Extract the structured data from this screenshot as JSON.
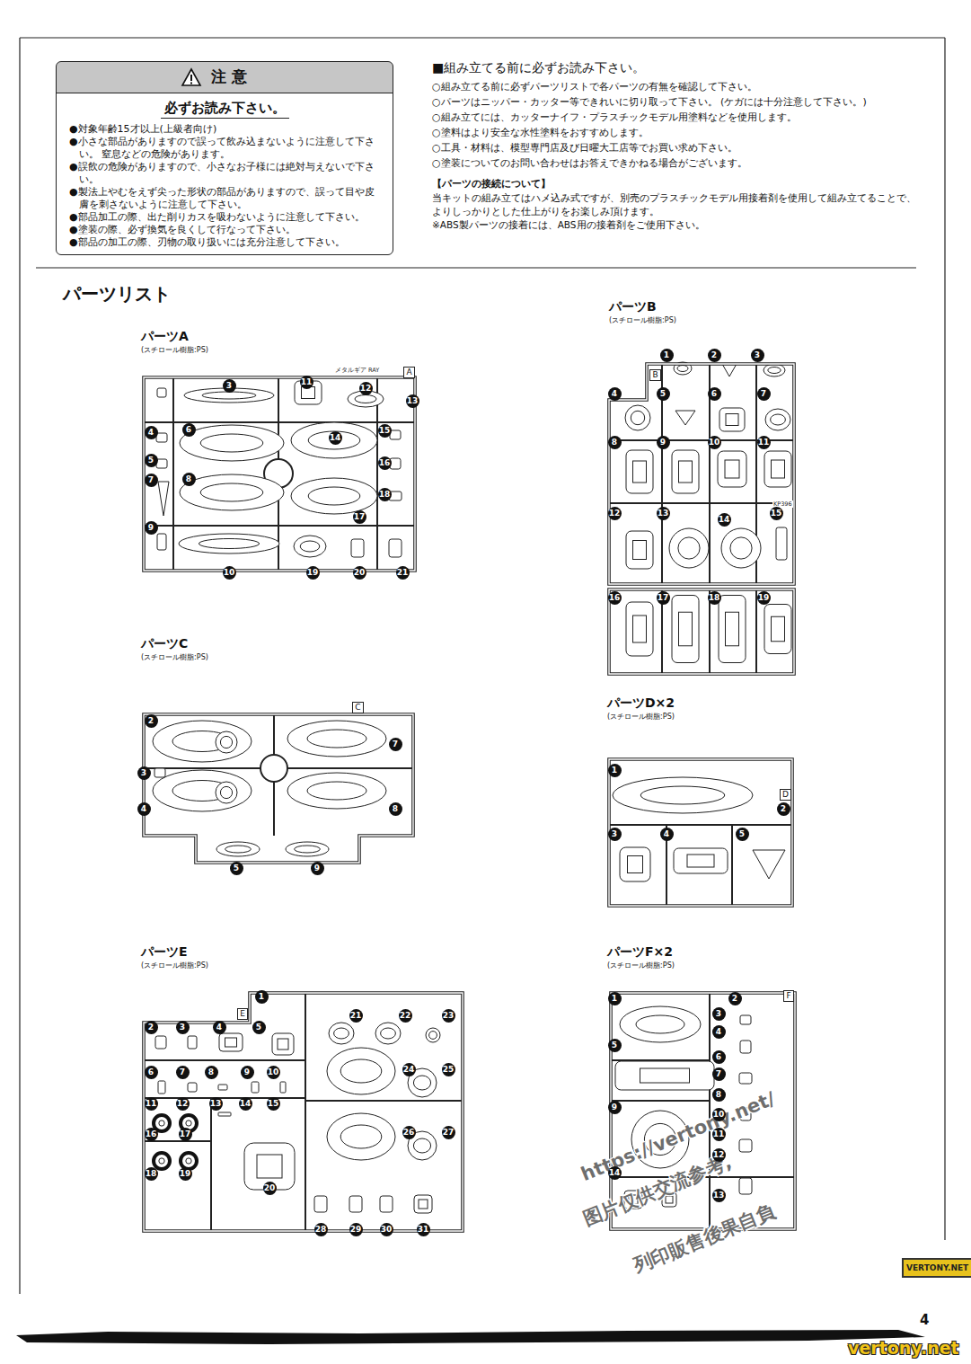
{
  "diagram": {
    "title": "パーツリスト",
    "nodes": [
      {
        "text": [
          "注 意",
          "必ずお読み下さい。",
          "●対象年齢15才以上(上級者向け)",
          "●小さな部品がありますので誤って飲み込まないように注意して下さい。 窒息などの危険があります。",
          "●誤飲の危険がありますので、小さなお子様には絶対与えないで下さい。",
          "●製法上やむをえず尖った形状の部品がありますので、誤って目や皮膚を刺さないように注意して下さい。",
          "●部品加工の際、出た削りカスを吸わないように注意して下さい。",
          "●塗装の際、必ず換気を良くして行なって下さい。",
          "●部品の加工の際、刃物の取り扱いには充分注意して下さい。"
        ]
      },
      {
        "text": [
          "パーツA",
          "(スチロール樹脂:PS)"
        ]
      },
      {
        "text": [
          "A"
        ],
        "in": 1
      },
      {
        "text": [
          "パーツB",
          "(スチロール樹脂:PS)"
        ]
      },
      {
        "text": [
          "B"
        ],
        "in": 3
      },
      {
        "text": [
          "パーツC",
          "(スチロール樹脂:PS)"
        ]
      },
      {
        "text": [
          "C"
        ],
        "in": 5
      },
      {
        "text": [
          "パーツD×2",
          "(スチロール樹脂:PS)"
        ]
      },
      {
        "text": [
          "D"
        ],
        "in": 7
      },
      {
        "text": [
          "パーツE",
          "(スチロール樹脂:PS)"
        ]
      },
      {
        "text": [
          "E"
        ],
        "in": 9
      },
      {
        "text": [
          "パーツF×2",
          "(スチロール樹脂:PS)"
        ]
      },
      {
        "text": [
          "F"
        ],
        "in": 11
      }
    ],
    "edges": [],
    "labels": [
      "■組み立てる前に必ずお読み下さい。",
      "○組み立てる前に必ずパーツリストで各パーツの有無を確認して下さい。",
      "○パーツはニッパー・カッター等できれいに切り取って下さい。 (ケガには十分注意して下さい。)",
      "○組み立てには、カッターナイフ・プラスチックモデル用塗料などを使用します。",
      "○塗料はより安全な水性塗料をおすすめします。",
      "○工具・材料は、模型専門店及び日曜大工店等でお買い求め下さい。",
      "○塗装についてのお問い合わせはお答えできかねる場合がございます。",
      "【パーツの接続について】",
      "当キットの組み立てはハメ込み式ですが、別売のプラスチックモデル用接着剤を使用して組み立てることで、よりしっかりとした仕上がりをお楽しみ頂けます。",
      "※ABS製パーツの接着には、ABS用の接着剤をご使用下さい。",
      "メタルギア RAY",
      "KP396",
      "3",
      "4",
      "5",
      "6",
      "7",
      "8",
      "9",
      "10",
      "11",
      "12",
      "13",
      "14",
      "15",
      "16",
      "17",
      "18",
      "19",
      "20",
      "21",
      "1",
      "2",
      "3",
      "4",
      "5",
      "6",
      "7",
      "8",
      "9",
      "10",
      "11",
      "12",
      "13",
      "14",
      "15",
      "16",
      "17",
      "18",
      "19",
      "2",
      "3",
      "4",
      "5",
      "7",
      "8",
      "9",
      "1",
      "2",
      "3",
      "4",
      "5",
      "1",
      "2",
      "3",
      "4",
      "5",
      "6",
      "7",
      "8",
      "9",
      "10",
      "11",
      "12",
      "13",
      "14",
      "15",
      "16",
      "17",
      "18",
      "19",
      "20",
      "21",
      "22",
      "23",
      "24",
      "25",
      "26",
      "27",
      "28",
      "29",
      "30",
      "31",
      "1",
      "2",
      "3",
      "4",
      "5",
      "6",
      "7",
      "8",
      "9",
      "10",
      "11",
      "12",
      "13",
      "14",
      "4",
      "VERTONY.NET",
      "vertony.net",
      "https://vertony.net/",
      "图片仅供交流参考,",
      "列印販售後果自負"
    ]
  }
}
